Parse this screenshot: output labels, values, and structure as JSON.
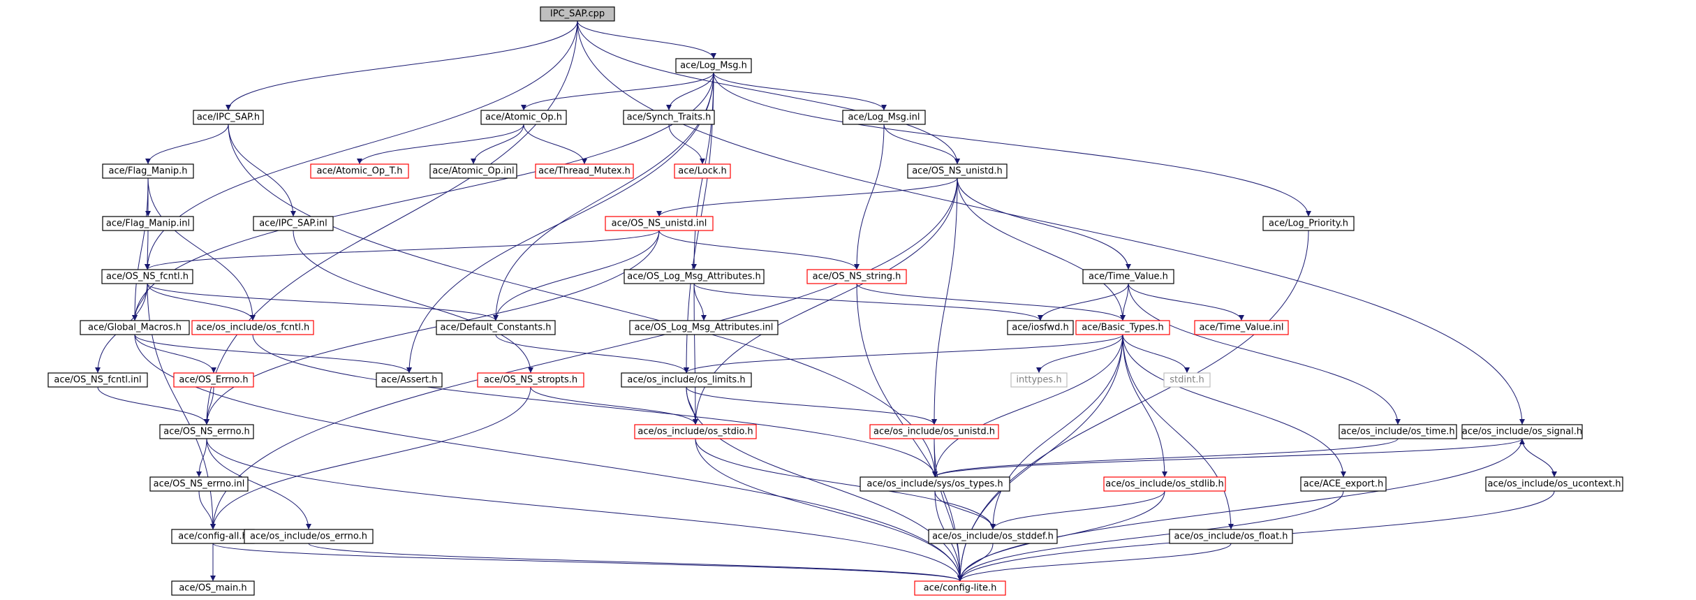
{
  "colors": {
    "edge": "#191970",
    "node_border_black": "#000000",
    "node_border_red": "#ff0000",
    "node_border_gray": "#bfbfbf",
    "root_fill": "#bfbfbf",
    "text": "#000000",
    "gray_text": "#7f7f7f"
  },
  "nodes": [
    {
      "id": "ipc_sap_cpp",
      "label": "IPC_SAP.cpp",
      "style": "root"
    },
    {
      "id": "log_msg_h",
      "label": "ace/Log_Msg.h",
      "style": "black"
    },
    {
      "id": "ipc_sap_h",
      "label": "ace/IPC_SAP.h",
      "style": "black"
    },
    {
      "id": "atomic_op_h",
      "label": "ace/Atomic_Op.h",
      "style": "black"
    },
    {
      "id": "synch_traits_h",
      "label": "ace/Synch_Traits.h",
      "style": "black"
    },
    {
      "id": "log_msg_inl",
      "label": "ace/Log_Msg.inl",
      "style": "black"
    },
    {
      "id": "flag_manip_h",
      "label": "ace/Flag_Manip.h",
      "style": "black"
    },
    {
      "id": "atomic_op_t_h",
      "label": "ace/Atomic_Op_T.h",
      "style": "red"
    },
    {
      "id": "atomic_op_inl",
      "label": "ace/Atomic_Op.inl",
      "style": "black"
    },
    {
      "id": "thread_mutex_h",
      "label": "ace/Thread_Mutex.h",
      "style": "red"
    },
    {
      "id": "lock_h",
      "label": "ace/Lock.h",
      "style": "red"
    },
    {
      "id": "os_ns_unistd_h",
      "label": "ace/OS_NS_unistd.h",
      "style": "black"
    },
    {
      "id": "flag_manip_inl",
      "label": "ace/Flag_Manip.inl",
      "style": "black"
    },
    {
      "id": "ipc_sap_inl",
      "label": "ace/IPC_SAP.inl",
      "style": "black"
    },
    {
      "id": "os_ns_unistd_inl",
      "label": "ace/OS_NS_unistd.inl",
      "style": "red"
    },
    {
      "id": "log_priority_h",
      "label": "ace/Log_Priority.h",
      "style": "black"
    },
    {
      "id": "os_ns_fcntl_h",
      "label": "ace/OS_NS_fcntl.h",
      "style": "black"
    },
    {
      "id": "os_log_msg_attr_h",
      "label": "ace/OS_Log_Msg_Attributes.h",
      "style": "black"
    },
    {
      "id": "os_ns_string_h",
      "label": "ace/OS_NS_string.h",
      "style": "red"
    },
    {
      "id": "time_value_h",
      "label": "ace/Time_Value.h",
      "style": "black"
    },
    {
      "id": "global_macros_h",
      "label": "ace/Global_Macros.h",
      "style": "black"
    },
    {
      "id": "os_fcntl_h",
      "label": "ace/os_include/os_fcntl.h",
      "style": "red"
    },
    {
      "id": "default_constants_h",
      "label": "ace/Default_Constants.h",
      "style": "black"
    },
    {
      "id": "os_log_msg_attr_inl",
      "label": "ace/OS_Log_Msg_Attributes.inl",
      "style": "black"
    },
    {
      "id": "iosfwd_h",
      "label": "ace/iosfwd.h",
      "style": "black"
    },
    {
      "id": "basic_types_h",
      "label": "ace/Basic_Types.h",
      "style": "red"
    },
    {
      "id": "time_value_inl",
      "label": "ace/Time_Value.inl",
      "style": "red"
    },
    {
      "id": "os_ns_fcntl_inl",
      "label": "ace/OS_NS_fcntl.inl",
      "style": "black"
    },
    {
      "id": "os_errno_h",
      "label": "ace/OS_Errno.h",
      "style": "red"
    },
    {
      "id": "assert_h",
      "label": "ace/Assert.h",
      "style": "black"
    },
    {
      "id": "os_ns_stropts_h",
      "label": "ace/OS_NS_stropts.h",
      "style": "red"
    },
    {
      "id": "os_limits_h",
      "label": "ace/os_include/os_limits.h",
      "style": "black"
    },
    {
      "id": "inttypes_h",
      "label": "inttypes.h",
      "style": "gray"
    },
    {
      "id": "stdint_h",
      "label": "stdint.h",
      "style": "gray"
    },
    {
      "id": "os_ns_errno_h",
      "label": "ace/OS_NS_errno.h",
      "style": "black"
    },
    {
      "id": "os_stdio_h",
      "label": "ace/os_include/os_stdio.h",
      "style": "red"
    },
    {
      "id": "os_unistd_h",
      "label": "ace/os_include/os_unistd.h",
      "style": "red"
    },
    {
      "id": "os_time_h",
      "label": "ace/os_include/os_time.h",
      "style": "black"
    },
    {
      "id": "os_signal_h",
      "label": "ace/os_include/os_signal.h",
      "style": "black"
    },
    {
      "id": "os_ns_errno_inl",
      "label": "ace/OS_NS_errno.inl",
      "style": "black"
    },
    {
      "id": "sys_os_types_h",
      "label": "ace/os_include/sys/os_types.h",
      "style": "black"
    },
    {
      "id": "os_stdlib_h",
      "label": "ace/os_include/os_stdlib.h",
      "style": "red"
    },
    {
      "id": "ace_export_h",
      "label": "ace/ACE_export.h",
      "style": "black"
    },
    {
      "id": "os_ucontext_h",
      "label": "ace/os_include/os_ucontext.h",
      "style": "black"
    },
    {
      "id": "config_all_h",
      "label": "ace/config-all.h",
      "style": "black"
    },
    {
      "id": "os_errno_inc_h",
      "label": "ace/os_include/os_errno.h",
      "style": "black"
    },
    {
      "id": "os_stddef_h",
      "label": "ace/os_include/os_stddef.h",
      "style": "black"
    },
    {
      "id": "os_float_h",
      "label": "ace/os_include/os_float.h",
      "style": "black"
    },
    {
      "id": "os_main_h",
      "label": "ace/OS_main.h",
      "style": "black"
    },
    {
      "id": "config_lite_h",
      "label": "ace/config-lite.h",
      "style": "red"
    }
  ],
  "edges": [
    [
      "ipc_sap_cpp",
      "log_msg_h"
    ],
    [
      "ipc_sap_cpp",
      "ipc_sap_h"
    ],
    [
      "ipc_sap_cpp",
      "os_ns_unistd_h"
    ],
    [
      "ipc_sap_cpp",
      "os_ns_fcntl_h"
    ],
    [
      "ipc_sap_cpp",
      "os_ns_errno_h"
    ],
    [
      "ipc_sap_cpp",
      "os_signal_h"
    ],
    [
      "log_msg_h",
      "atomic_op_h"
    ],
    [
      "log_msg_h",
      "synch_traits_h"
    ],
    [
      "log_msg_h",
      "log_msg_inl"
    ],
    [
      "log_msg_h",
      "log_priority_h"
    ],
    [
      "log_msg_h",
      "global_macros_h"
    ],
    [
      "log_msg_h",
      "default_constants_h"
    ],
    [
      "log_msg_h",
      "os_log_msg_attr_h"
    ],
    [
      "log_msg_h",
      "assert_h"
    ],
    [
      "log_msg_h",
      "os_limits_h"
    ],
    [
      "ipc_sap_h",
      "flag_manip_h"
    ],
    [
      "ipc_sap_h",
      "ipc_sap_inl"
    ],
    [
      "ipc_sap_h",
      "sys_os_types_h"
    ],
    [
      "atomic_op_h",
      "atomic_op_t_h"
    ],
    [
      "atomic_op_h",
      "atomic_op_inl"
    ],
    [
      "atomic_op_h",
      "thread_mutex_h"
    ],
    [
      "synch_traits_h",
      "lock_h"
    ],
    [
      "log_msg_inl",
      "os_ns_unistd_h"
    ],
    [
      "log_msg_inl",
      "os_ns_string_h"
    ],
    [
      "flag_manip_h",
      "flag_manip_inl"
    ],
    [
      "flag_manip_h",
      "global_macros_h"
    ],
    [
      "flag_manip_h",
      "os_fcntl_h"
    ],
    [
      "flag_manip_inl",
      "os_ns_fcntl_h"
    ],
    [
      "ipc_sap_inl",
      "os_ns_stropts_h"
    ],
    [
      "os_ns_unistd_h",
      "os_ns_unistd_inl"
    ],
    [
      "os_ns_unistd_h",
      "time_value_h"
    ],
    [
      "os_ns_unistd_h",
      "basic_types_h"
    ],
    [
      "os_ns_unistd_h",
      "os_unistd_h"
    ],
    [
      "os_ns_unistd_h",
      "os_stdio_h"
    ],
    [
      "os_ns_unistd_h",
      "config_all_h"
    ],
    [
      "os_ns_unistd_inl",
      "os_ns_fcntl_h"
    ],
    [
      "os_ns_unistd_inl",
      "default_constants_h"
    ],
    [
      "os_ns_unistd_inl",
      "os_ns_string_h"
    ],
    [
      "os_ns_unistd_inl",
      "os_ns_errno_h"
    ],
    [
      "log_priority_h",
      "config_lite_h"
    ],
    [
      "os_ns_fcntl_h",
      "global_macros_h"
    ],
    [
      "os_ns_fcntl_h",
      "os_fcntl_h"
    ],
    [
      "os_ns_fcntl_h",
      "default_constants_h"
    ],
    [
      "os_ns_fcntl_h",
      "os_ns_fcntl_inl"
    ],
    [
      "os_ns_fcntl_h",
      "config_all_h"
    ],
    [
      "os_log_msg_attr_h",
      "os_log_msg_attr_inl"
    ],
    [
      "os_log_msg_attr_h",
      "iosfwd_h"
    ],
    [
      "os_log_msg_attr_h",
      "os_stdio_h"
    ],
    [
      "os_ns_string_h",
      "basic_types_h"
    ],
    [
      "os_ns_string_h",
      "config_lite_h"
    ],
    [
      "time_value_h",
      "iosfwd_h"
    ],
    [
      "time_value_h",
      "basic_types_h"
    ],
    [
      "time_value_h",
      "time_value_inl"
    ],
    [
      "time_value_h",
      "os_time_h"
    ],
    [
      "global_macros_h",
      "os_errno_h"
    ],
    [
      "global_macros_h",
      "assert_h"
    ],
    [
      "global_macros_h",
      "config_lite_h"
    ],
    [
      "os_fcntl_h",
      "sys_os_types_h"
    ],
    [
      "default_constants_h",
      "os_limits_h"
    ],
    [
      "basic_types_h",
      "os_limits_h"
    ],
    [
      "basic_types_h",
      "inttypes_h"
    ],
    [
      "basic_types_h",
      "stdint_h"
    ],
    [
      "basic_types_h",
      "os_stdlib_h"
    ],
    [
      "basic_types_h",
      "ace_export_h"
    ],
    [
      "basic_types_h",
      "os_float_h"
    ],
    [
      "basic_types_h",
      "sys_os_types_h"
    ],
    [
      "basic_types_h",
      "os_stddef_h"
    ],
    [
      "basic_types_h",
      "config_lite_h"
    ],
    [
      "os_ns_fcntl_inl",
      "os_ns_errno_h"
    ],
    [
      "os_errno_h",
      "os_ns_errno_h"
    ],
    [
      "os_ns_stropts_h",
      "os_stdio_h"
    ],
    [
      "os_ns_stropts_h",
      "config_all_h"
    ],
    [
      "os_limits_h",
      "os_stdio_h"
    ],
    [
      "os_limits_h",
      "os_unistd_h"
    ],
    [
      "os_limits_h",
      "config_lite_h"
    ],
    [
      "os_ns_errno_h",
      "os_ns_errno_inl"
    ],
    [
      "os_ns_errno_h",
      "os_errno_inc_h"
    ],
    [
      "os_ns_errno_h",
      "config_lite_h"
    ],
    [
      "os_stdio_h",
      "os_stddef_h"
    ],
    [
      "os_stdio_h",
      "config_lite_h"
    ],
    [
      "os_unistd_h",
      "sys_os_types_h"
    ],
    [
      "os_unistd_h",
      "config_lite_h"
    ],
    [
      "os_time_h",
      "sys_os_types_h"
    ],
    [
      "os_signal_h",
      "sys_os_types_h"
    ],
    [
      "os_signal_h",
      "os_ucontext_h"
    ],
    [
      "os_signal_h",
      "config_lite_h"
    ],
    [
      "os_ns_errno_inl",
      "config_all_h"
    ],
    [
      "sys_os_types_h",
      "os_stddef_h"
    ],
    [
      "sys_os_types_h",
      "config_lite_h"
    ],
    [
      "os_stdlib_h",
      "os_stddef_h"
    ],
    [
      "os_stdlib_h",
      "config_lite_h"
    ],
    [
      "ace_export_h",
      "config_lite_h"
    ],
    [
      "os_ucontext_h",
      "os_signal_h"
    ],
    [
      "os_ucontext_h",
      "config_lite_h"
    ],
    [
      "config_all_h",
      "os_main_h"
    ],
    [
      "config_all_h",
      "config_lite_h"
    ],
    [
      "os_errno_inc_h",
      "config_lite_h"
    ],
    [
      "os_stddef_h",
      "config_lite_h"
    ],
    [
      "os_float_h",
      "config_lite_h"
    ]
  ]
}
